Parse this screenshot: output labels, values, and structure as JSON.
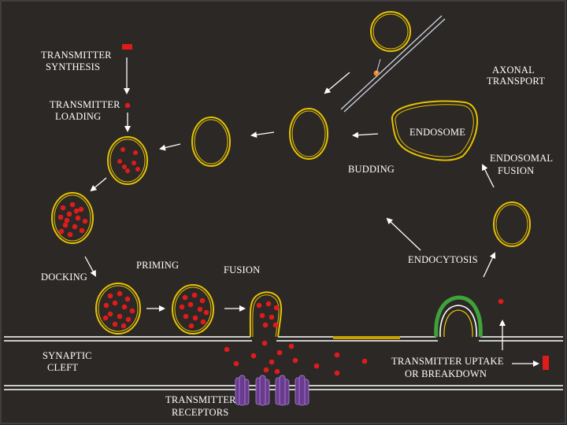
{
  "colors": {
    "background": "#2b2826",
    "vesicle": "#e6c200",
    "transmitter": "#e01b1b",
    "membrane": "#ffffff",
    "arrow": "#ffffff",
    "endocytosis_coat": "#3fa33a",
    "reuptake_zone": "#c8a000",
    "receptor": "#6a3a8f"
  },
  "labels": {
    "transmitter_synthesis": [
      "TRANSMITTER",
      "SYNTHESIS"
    ],
    "transmitter_loading": [
      "TRANSMITTER",
      "LOADING"
    ],
    "axonal_transport": [
      "AXONAL",
      "TRANSPORT"
    ],
    "endosome": "ENDOSOME",
    "budding": "BUDDING",
    "endosomal_fusion": [
      "ENDOSOMAL",
      "FUSION"
    ],
    "docking": "DOCKING",
    "priming": "PRIMING",
    "fusion": "FUSION",
    "endocytosis": "ENDOCYTOSIS",
    "synaptic_cleft": [
      "SYNAPTIC",
      "CLEFT"
    ],
    "transmitter_uptake": [
      "TRANSMITTER UPTAKE",
      "OR BREAKDOWN"
    ],
    "transmitter_receptors": [
      "TRANSMITTER",
      "RECEPTORS"
    ]
  }
}
